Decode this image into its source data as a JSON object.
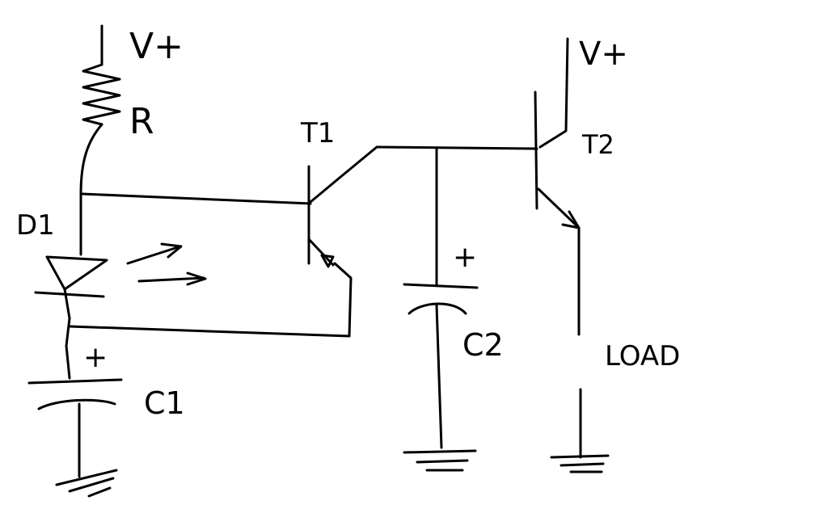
{
  "labels": {
    "supply_left": "V+",
    "supply_right": "V+",
    "resistor": "R",
    "diode": "D1",
    "transistor_1": "T1",
    "transistor_2": "T2",
    "capacitor_1": "C1",
    "capacitor_2": "C2",
    "cap1_plus": "+",
    "cap2_plus": "+",
    "load": "LOAD"
  },
  "colors": {
    "ink": "#000000",
    "paper": "#ffffff"
  }
}
